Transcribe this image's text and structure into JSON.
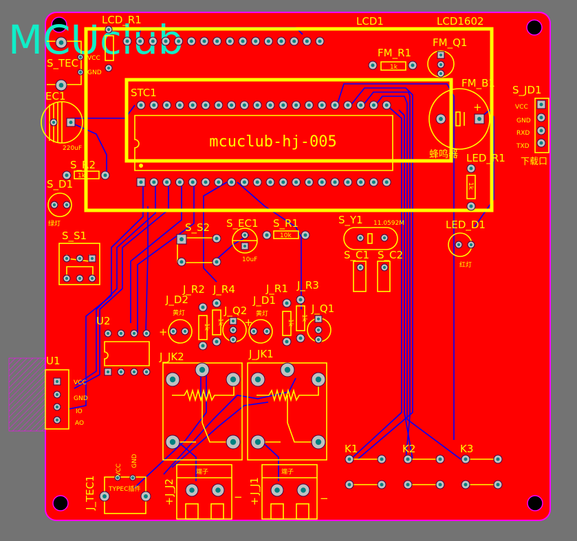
{
  "watermark": "MCUclub",
  "board": {
    "colors": {
      "board": "#ff0000",
      "silk": "#ffff00",
      "trace": "#0000ff",
      "outline": "#ff00ff",
      "pad": "#c0c0c0",
      "drill": "#008080",
      "background": "#737373"
    },
    "chip_text": "mcuclub-hj-005"
  },
  "labels": {
    "lcd_r1": "LCD_R1",
    "lcd1": "LCD1",
    "lcd1602": "LCD1602",
    "stc1": "STC1",
    "s_tec": "S_TEC",
    "ec1": "EC1",
    "ec1_val": "220uF",
    "vcc": "VCC",
    "gnd": "GND",
    "s_r2": "S_R2",
    "s_r2_val": "1k",
    "s_d1": "S_D1",
    "s_d1_val": "绿灯",
    "s_s1": "S_S1",
    "u2": "U2",
    "u1": "U1",
    "u1_vcc": "VCC",
    "u1_gnd": "GND",
    "u1_io": "IO",
    "u1_ao": "AO",
    "j_tec1": "J_TEC1",
    "j_tec1_val": "TYPEC插件",
    "j_tec1_vcc": "VCC",
    "j_tec1_gnd": "GND",
    "j_j2": "J_J2",
    "j_j1": "J_J1",
    "terminal": "端子",
    "plus": "+",
    "minus": "−",
    "j_jk2": "J_JK2",
    "j_jk1": "J_JK1",
    "j_d2": "J_D2",
    "j_r2": "J_R2",
    "j_r4": "J_R4",
    "j_q2": "J_Q2",
    "j_d1": "J_D1",
    "j_r1": "J_R1",
    "j_r3": "J_R3",
    "j_q1": "J_Q1",
    "yellow_led": "黄灯",
    "r_1k": "1k",
    "s_s2": "S_S2",
    "s_ec1": "S_EC1",
    "s_ec1_val": "10uF",
    "s_r1": "S_R1",
    "s_r1_val": "10k",
    "s_y1": "S_Y1",
    "s_y1_val": "11.0592M",
    "s_c1": "S_C1",
    "s_c2": "S_C2",
    "fm_r1": "FM_R1",
    "fm_r1_val": "1k",
    "fm_q1": "FM_Q1",
    "fm_b1": "FM_B1",
    "fm_b1_val": "蜂鸣器",
    "led_r1": "LED_R1",
    "led_r1_val": "1k",
    "led_d1": "LED_D1",
    "led_d1_val": "红灯",
    "s_jd1": "S_JD1",
    "jd_vcc": "VCC",
    "jd_gnd": "GND",
    "jd_rxd": "RXD",
    "jd_txd": "TXD",
    "jd_val": "下载口",
    "k1": "K1",
    "k2": "K2",
    "k3": "K3"
  }
}
